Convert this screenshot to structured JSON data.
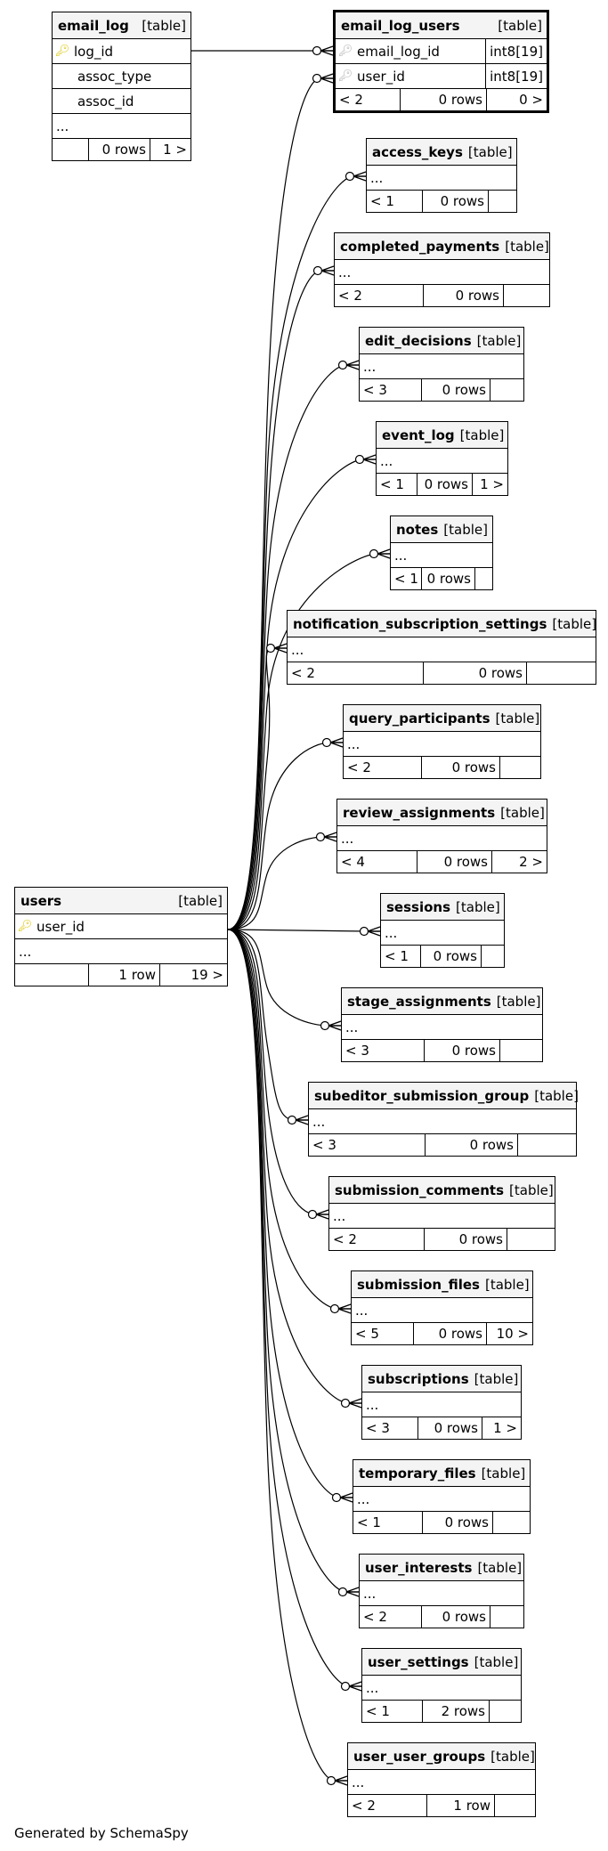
{
  "type_label": "[table]",
  "generated_by": "Generated by SchemaSpy",
  "tables": {
    "email_log": {
      "name": "email_log",
      "columns": [
        {
          "name": "log_id",
          "key": "primary"
        },
        {
          "name": "assoc_type",
          "key": ""
        },
        {
          "name": "assoc_id",
          "key": ""
        }
      ],
      "ellipsis": "...",
      "footer": {
        "children": "",
        "rows": "0 rows",
        "parents": "1 >"
      }
    },
    "email_log_users": {
      "name": "email_log_users",
      "columns": [
        {
          "name": "email_log_id",
          "key": "foreign",
          "type": "int8[19]"
        },
        {
          "name": "user_id",
          "key": "foreign",
          "type": "int8[19]"
        }
      ],
      "footer": {
        "children": "< 2",
        "rows": "0 rows",
        "parents": "0 >"
      }
    },
    "users": {
      "name": "users",
      "columns": [
        {
          "name": "user_id",
          "key": "primary"
        }
      ],
      "ellipsis": "...",
      "footer": {
        "children": "",
        "rows": "1 row",
        "parents": "19 >"
      }
    },
    "access_keys": {
      "name": "access_keys",
      "ellipsis": "...",
      "footer": {
        "children": "< 1",
        "rows": "0 rows",
        "parents": ""
      }
    },
    "completed_payments": {
      "name": "completed_payments",
      "ellipsis": "...",
      "footer": {
        "children": "< 2",
        "rows": "0 rows",
        "parents": ""
      }
    },
    "edit_decisions": {
      "name": "edit_decisions",
      "ellipsis": "...",
      "footer": {
        "children": "< 3",
        "rows": "0 rows",
        "parents": ""
      }
    },
    "event_log": {
      "name": "event_log",
      "ellipsis": "...",
      "footer": {
        "children": "< 1",
        "rows": "0 rows",
        "parents": "1 >"
      }
    },
    "notes": {
      "name": "notes",
      "ellipsis": "...",
      "footer": {
        "children": "< 1",
        "rows": "0 rows",
        "parents": ""
      }
    },
    "notification_subscription_settings": {
      "name": "notification_subscription_settings",
      "ellipsis": "...",
      "footer": {
        "children": "< 2",
        "rows": "0 rows",
        "parents": ""
      }
    },
    "query_participants": {
      "name": "query_participants",
      "ellipsis": "...",
      "footer": {
        "children": "< 2",
        "rows": "0 rows",
        "parents": ""
      }
    },
    "review_assignments": {
      "name": "review_assignments",
      "ellipsis": "...",
      "footer": {
        "children": "< 4",
        "rows": "0 rows",
        "parents": "2 >"
      }
    },
    "sessions": {
      "name": "sessions",
      "ellipsis": "...",
      "footer": {
        "children": "< 1",
        "rows": "0 rows",
        "parents": ""
      }
    },
    "stage_assignments": {
      "name": "stage_assignments",
      "ellipsis": "...",
      "footer": {
        "children": "< 3",
        "rows": "0 rows",
        "parents": ""
      }
    },
    "subeditor_submission_group": {
      "name": "subeditor_submission_group",
      "ellipsis": "...",
      "footer": {
        "children": "< 3",
        "rows": "0 rows",
        "parents": ""
      }
    },
    "submission_comments": {
      "name": "submission_comments",
      "ellipsis": "...",
      "footer": {
        "children": "< 2",
        "rows": "0 rows",
        "parents": ""
      }
    },
    "submission_files": {
      "name": "submission_files",
      "ellipsis": "...",
      "footer": {
        "children": "< 5",
        "rows": "0 rows",
        "parents": "10 >"
      }
    },
    "subscriptions": {
      "name": "subscriptions",
      "ellipsis": "...",
      "footer": {
        "children": "< 3",
        "rows": "0 rows",
        "parents": "1 >"
      }
    },
    "temporary_files": {
      "name": "temporary_files",
      "ellipsis": "...",
      "footer": {
        "children": "< 1",
        "rows": "0 rows",
        "parents": ""
      }
    },
    "user_interests": {
      "name": "user_interests",
      "ellipsis": "...",
      "footer": {
        "children": "< 2",
        "rows": "0 rows",
        "parents": ""
      }
    },
    "user_settings": {
      "name": "user_settings",
      "ellipsis": "...",
      "footer": {
        "children": "< 1",
        "rows": "2 rows",
        "parents": ""
      }
    },
    "user_user_groups": {
      "name": "user_user_groups",
      "ellipsis": "...",
      "footer": {
        "children": "< 2",
        "rows": "1 row",
        "parents": ""
      }
    }
  },
  "relationships": [
    {
      "from": "email_log",
      "to": "email_log_users"
    },
    {
      "from": "users",
      "to": "email_log_users"
    },
    {
      "from": "users",
      "to": "access_keys"
    },
    {
      "from": "users",
      "to": "completed_payments"
    },
    {
      "from": "users",
      "to": "edit_decisions"
    },
    {
      "from": "users",
      "to": "event_log"
    },
    {
      "from": "users",
      "to": "notes"
    },
    {
      "from": "users",
      "to": "notification_subscription_settings"
    },
    {
      "from": "users",
      "to": "query_participants"
    },
    {
      "from": "users",
      "to": "review_assignments"
    },
    {
      "from": "users",
      "to": "sessions"
    },
    {
      "from": "users",
      "to": "stage_assignments"
    },
    {
      "from": "users",
      "to": "subeditor_submission_group"
    },
    {
      "from": "users",
      "to": "submission_comments"
    },
    {
      "from": "users",
      "to": "submission_files"
    },
    {
      "from": "users",
      "to": "subscriptions"
    },
    {
      "from": "users",
      "to": "temporary_files"
    },
    {
      "from": "users",
      "to": "user_interests"
    },
    {
      "from": "users",
      "to": "user_settings"
    },
    {
      "from": "users",
      "to": "user_user_groups"
    }
  ]
}
